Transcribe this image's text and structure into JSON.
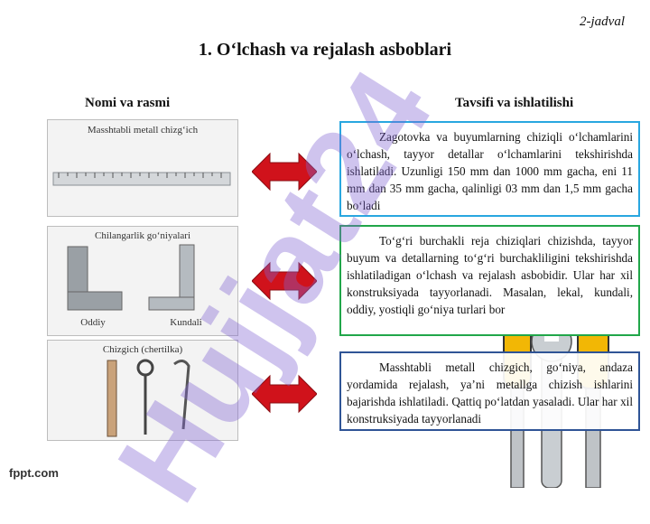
{
  "header": {
    "table_label": "2-jadval",
    "title": "1. O‘lchash va rejalash asboblari",
    "col_left": "Nomi va rasmi",
    "col_right": "Tavsifi va ishlatilishi"
  },
  "rows": [
    {
      "image_caption": "Masshtabli metall chizg‘ich",
      "description": "Zagotovka va buyumlarning chiziqli o‘lchamlarini o‘lchash, tayyor detallar o‘lchamlarini tekshirishda ishlatiladi. Uzunligi 150 mm dan 1000 mm gacha, eni 11 mm dan 35 mm gacha, qalinligi 03 mm dan 1,5 mm gacha bo‘ladi"
    },
    {
      "image_caption": "Chilangarlik go‘niyalari",
      "sub_captions": [
        "Oddiy",
        "Kundali"
      ],
      "description": "To‘g‘ri burchakli reja chiziqlari chizishda, tayyor buyum va detallarning to‘g‘ri burchakliligini tekshirishda ishlatiladigan o‘lchash va rejalash asbobidir. Ular har xil konstruksiyada tayyorlanadi. Masalan, lekal, kundali, oddiy, yostiqli go‘niya turlari bor"
    },
    {
      "image_caption": "Chizgich (chertilka)",
      "description": "Masshtabli metall chizgich, go‘niya, andaza yordamida rejalash, ya’ni metallga chizish ishlarini bajarishda ishlatiladi. Qattiq po‘latdan yasaladi. Ular har xil konstruksiyada tayyorlanadi"
    }
  ],
  "watermark": "Hujjat24",
  "footer": {
    "brand": "fppt.com"
  },
  "colors": {
    "arrow_red": "#d0121b",
    "border_blue": "#29a7e0",
    "border_green": "#21a64a",
    "border_navy": "#2f5496",
    "watermark": "#8064d2"
  },
  "icons": [
    "double-arrow-icon",
    "ruler-icon",
    "square-tool-icon",
    "scriber-icon",
    "wrench-icon",
    "screwdriver-icon"
  ]
}
